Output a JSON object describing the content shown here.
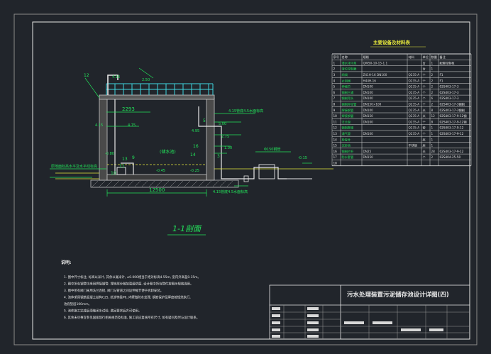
{
  "drawing": {
    "section_title": "1-1剖面",
    "dim_width": "12500",
    "dim_inner": "2293",
    "label_water_tank": "(储水池)",
    "label_pipe_dn": "Φ150钢管",
    "notes_heading": "说明:",
    "notes": [
      "1.   图中尺寸标注, 标高以米计, 其余以毫米计, ±0.000相当于绝对标高4.55m, 室内外高差0.15m。",
      "2.   图中所有钢管均采用焊接钢管, 埋地部分做加强级防腐, 设计图中所有管件按图示规格选用。",
      "3.   图中所有阀门采用法兰连接, 阀门与管道之间设伸缩节便于拆卸安装。",
      "4.   池体采用钢筋混凝土结构C25, 抗渗等级P6, 内壁做防水处理, 钢筋保护层厚度按规范执行,",
      "      池底垫层100mm。",
      "5.   池体施工完成后须做闭水试验, 满足要求后方可使用。",
      "6.   其余未尽事宜参见国家现行相关规范及标准, 施工前应复核所有尺寸, 如有疑问及时与设计联系。"
    ],
    "annotations": [
      "12",
      "4.15",
      "2.50",
      "4.75",
      "-0.80",
      "-0.25",
      "-0.45",
      "4.95",
      "5.00",
      "2.75",
      "1.00",
      "-0.15",
      "4.15",
      "14",
      "13",
      "11",
      "10",
      "9",
      "16",
      "5",
      "3"
    ],
    "callouts": {
      "right_pipe_top": "4.15管底4.5水面标高",
      "right_pipe_bottom": "4.15管底4.5水面标高",
      "left_ground": "原地面标高水平及水平线标高"
    }
  },
  "table": {
    "title": "主要设备及材料表",
    "headers": [
      "序号",
      "名称",
      "规格",
      "材料",
      "单位",
      "数量",
      "备注"
    ],
    "rows": [
      [
        "1",
        "潜水排污泵",
        "QW50-10-15-1.1",
        "",
        "台",
        "1",
        "配套控制柜"
      ],
      [
        "2",
        "液位控制器",
        "",
        "",
        "台",
        "1",
        ""
      ],
      [
        "3",
        "闸阀",
        "Z41H-16 DN100",
        "Q235-A",
        "个",
        "2",
        "F1"
      ],
      [
        "4",
        "止回阀",
        "H44H-16",
        "Q235-A",
        "个",
        "2",
        "F1"
      ],
      [
        "5",
        "伸缩节",
        "DN100",
        "Q235-A",
        "个",
        "2",
        "02S403-17-3"
      ],
      [
        "6",
        "钢制三通",
        "DN100",
        "Q235-A",
        "个",
        "2",
        "02S403-17-3"
      ],
      [
        "7",
        "钢制弯头",
        "DN100",
        "Q235-A",
        "个",
        "6",
        "02S403-17-3"
      ],
      [
        "8",
        "钢制异径管",
        "DN150×100",
        "Q235-A",
        "个",
        "2",
        "02S403-17-3钢制"
      ],
      [
        "9",
        "焊接钢管",
        "DN100",
        "Q235-A",
        "米",
        "8",
        "02S403-17-3钢制"
      ],
      [
        "10",
        "焊接钢管",
        "DN150",
        "Q235-A",
        "米",
        "12",
        "02S403-17-9-12钢"
      ],
      [
        "11",
        "法兰盘",
        "DN100",
        "Q235-A",
        "个",
        "8",
        "02S403-17-9-12钢"
      ],
      [
        "12",
        "钢制爬梯",
        "",
        "Q235-A",
        "套",
        "1",
        "02S403-17-9-12"
      ],
      [
        "13",
        "通气管",
        "DN100",
        "Q235-A",
        "个",
        "1",
        "02S403-17-9-12"
      ],
      [
        "14",
        "检查井",
        "",
        "",
        "座",
        "1",
        ""
      ],
      [
        "15",
        "沉砂池",
        "",
        "不锈钢",
        "座",
        "1",
        ""
      ],
      [
        "16",
        "钢制栏杆",
        "DN25",
        "",
        "米",
        "28",
        "02S403-17-9-12"
      ],
      [
        "17",
        "防水套管",
        "DN150",
        "",
        "个",
        "2",
        "02S404-25-50"
      ],
      [
        "18",
        "",
        "",
        "",
        "",
        "",
        ""
      ]
    ]
  },
  "title_block": {
    "drawing_name": "污水处理装置污泥储存池设计详图(四)"
  },
  "colors": {
    "background": "#21252b",
    "frame": "#e6e6e6",
    "cad_green": "#22e35a",
    "cad_yellow": "#e6e83c",
    "cad_cyan": "#3fd7e0",
    "cad_white": "#e8e8e8"
  }
}
